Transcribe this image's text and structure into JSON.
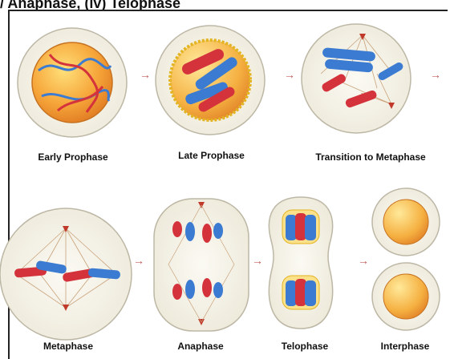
{
  "header": {
    "title": "/ Anaphase, (iv) Telophase"
  },
  "stages": {
    "early_prophase": "Early Prophase",
    "late_prophase": "Late Prophase",
    "transition": "Transition to Metaphase",
    "metaphase": "Metaphase",
    "anaphase": "Anaphase",
    "telophase": "Telophase",
    "interphase": "Interphase"
  },
  "colors": {
    "cell_fill": "#f6f3e8",
    "nucleus_orange": "#f4a23a",
    "nucleus_yellow": "#ffd35a",
    "chromosome_red": "#d4333c",
    "chromosome_blue": "#3b7bd1",
    "spindle": "#c9a27a",
    "arrow": "#c65a5a"
  }
}
